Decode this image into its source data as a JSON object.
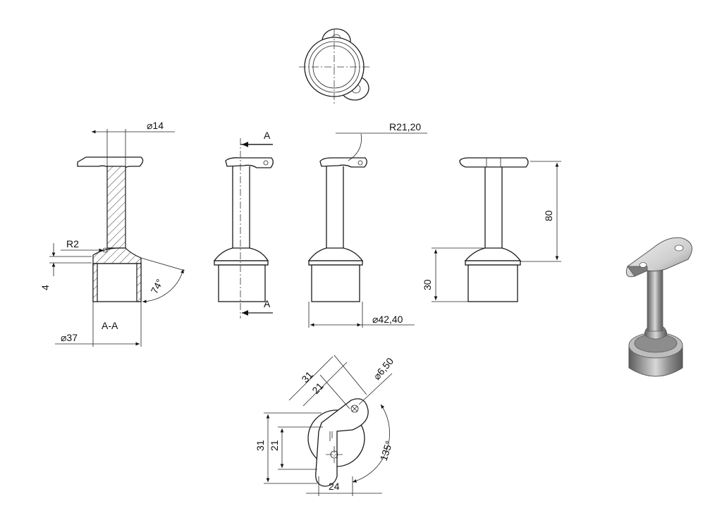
{
  "dimensions": {
    "diameter_14": "⌀14",
    "radius_2": "R2",
    "height_4": "4",
    "angle_74": "74°",
    "diameter_37": "⌀37",
    "section_label": "A-A",
    "section_mark_top": "A",
    "section_mark_bottom": "A",
    "radius_21_20": "R21,20",
    "diameter_42_40": "⌀42,40",
    "height_80": "80",
    "height_30": "30",
    "length_31_top": "31",
    "length_21_top": "21",
    "diameter_6_50": "⌀6,50",
    "length_31_left": "31",
    "length_21_left": "21",
    "angle_135": "135°",
    "length_24": "24"
  },
  "colors": {
    "line": "#1a1a1a",
    "shade_dark": "#6e6e6e",
    "shade_light": "#e6e6e6"
  }
}
